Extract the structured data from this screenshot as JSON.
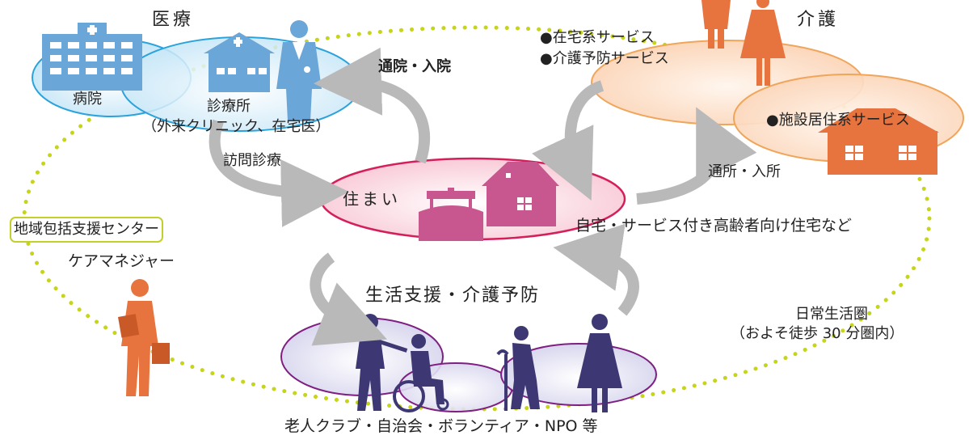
{
  "labels": {
    "medical": "医療",
    "care": "介護",
    "hospital": "病院",
    "clinic": "診療所",
    "clinic_note": "（外来クリニック、在宅医）",
    "outpatient": "通院・入院",
    "home_visit": "訪問診療",
    "home_service": "●在宅系サービス",
    "prevention_service": "●介護予防サービス",
    "facility_service": "●施設居住系サービス",
    "day_care": "通所・入所",
    "housing": "住まい",
    "housing_note": "自宅・サービス付き高齢者向け住宅など",
    "support_center": "地域包括支援センター",
    "care_manager": "ケアマネジャー",
    "life_support": "生活支援・介護予防",
    "daily_area": "日常生活圏",
    "daily_area_note": "（およそ徒歩 30 分圏内）",
    "community": "老人クラブ・自治会・ボランティア・NPO 等"
  },
  "colors": {
    "medical_fill": "#bfe3f6",
    "medical_stroke": "#2aa3dc",
    "care_fill": "#fbd3b5",
    "care_stroke": "#f0a55a",
    "housing_fill": "#f8c6d4",
    "housing_stroke": "#d41f5a",
    "support_fill": "#d4d2ec",
    "support_stroke": "#7f1f82",
    "dots": "#c6d41a",
    "arrow": "#b9b9b9",
    "building": "#6aa6d8",
    "care_house": "#e7733f",
    "person_care": "#e7733f",
    "person_medical": "#6aa6d8",
    "person_support": "#3d3873",
    "home_pink": "#c8578f",
    "box_border": "#c3cf2a"
  },
  "icons": [
    "hospital-icon",
    "clinic-icon",
    "doctor-icon",
    "caregiver-icon",
    "care-facility-icon",
    "house-icon",
    "bed-icon",
    "care-manager-icon",
    "walker-person-icon",
    "wheelchair-icon",
    "cane-person-icon",
    "woman-icon"
  ]
}
